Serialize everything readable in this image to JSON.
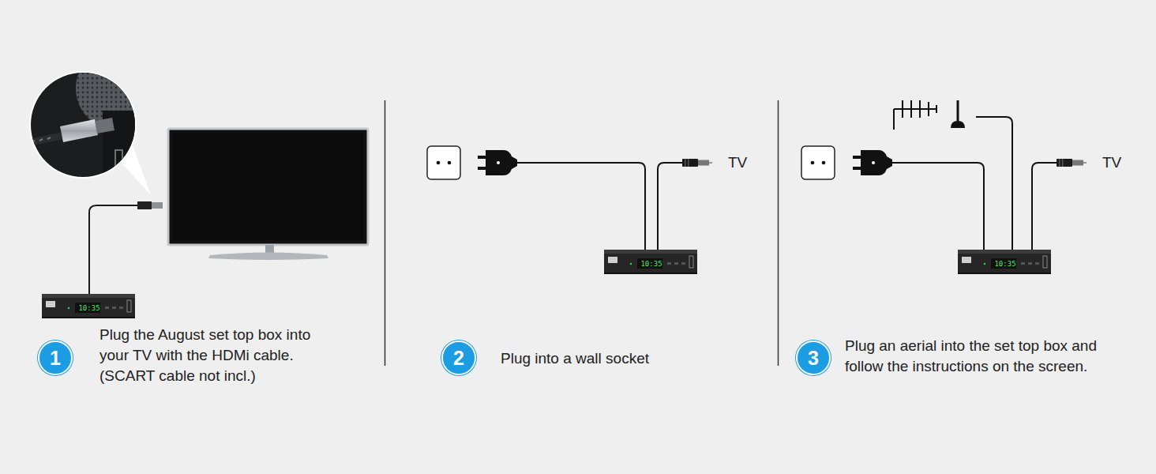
{
  "diagram": {
    "nodes": [
      {
        "text": [
          "1"
        ]
      },
      {
        "text": [
          "2"
        ]
      },
      {
        "text": [
          "3"
        ]
      }
    ],
    "labels": [
      "10:35",
      "Plug the August set top box into your TV with the HDMi cable. (SCART cable not incl.)",
      "TV",
      "10:35",
      "Plug into a wall socket",
      "TV",
      "10:35",
      "Plug an aerial into the set top box and follow the instructions on the screen."
    ]
  }
}
